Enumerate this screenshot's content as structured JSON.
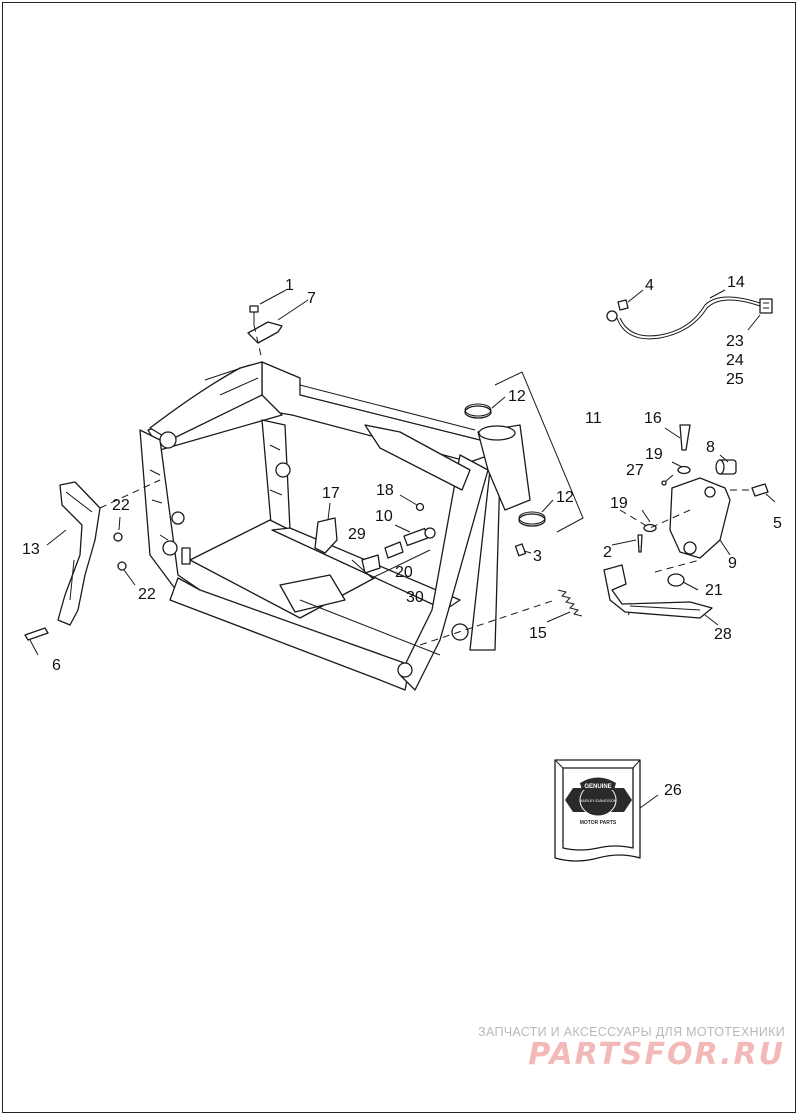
{
  "diagram": {
    "callouts": [
      "1",
      "2",
      "3",
      "4",
      "5",
      "6",
      "7",
      "8",
      "9",
      "10",
      "11",
      "12",
      "12",
      "13",
      "14",
      "15",
      "16",
      "17",
      "18",
      "19",
      "19",
      "20",
      "21",
      "22",
      "22",
      "23",
      "24",
      "25",
      "26",
      "27",
      "28",
      "29",
      "30"
    ],
    "package_logo_lines": [
      "GENUINE",
      "HARLEY-DAVIDSON",
      "MOTOR PARTS"
    ]
  },
  "watermark": {
    "caption": "ЗАПЧАСТИ И АКСЕССУАРЫ ДЛЯ МОТОТЕХНИКИ",
    "brand": "PARTSFOR.RU"
  },
  "colors": {
    "line": "#1a1a1a",
    "watermark_caption": "#b9b9b9",
    "watermark_brand": "#f3b9b9"
  }
}
